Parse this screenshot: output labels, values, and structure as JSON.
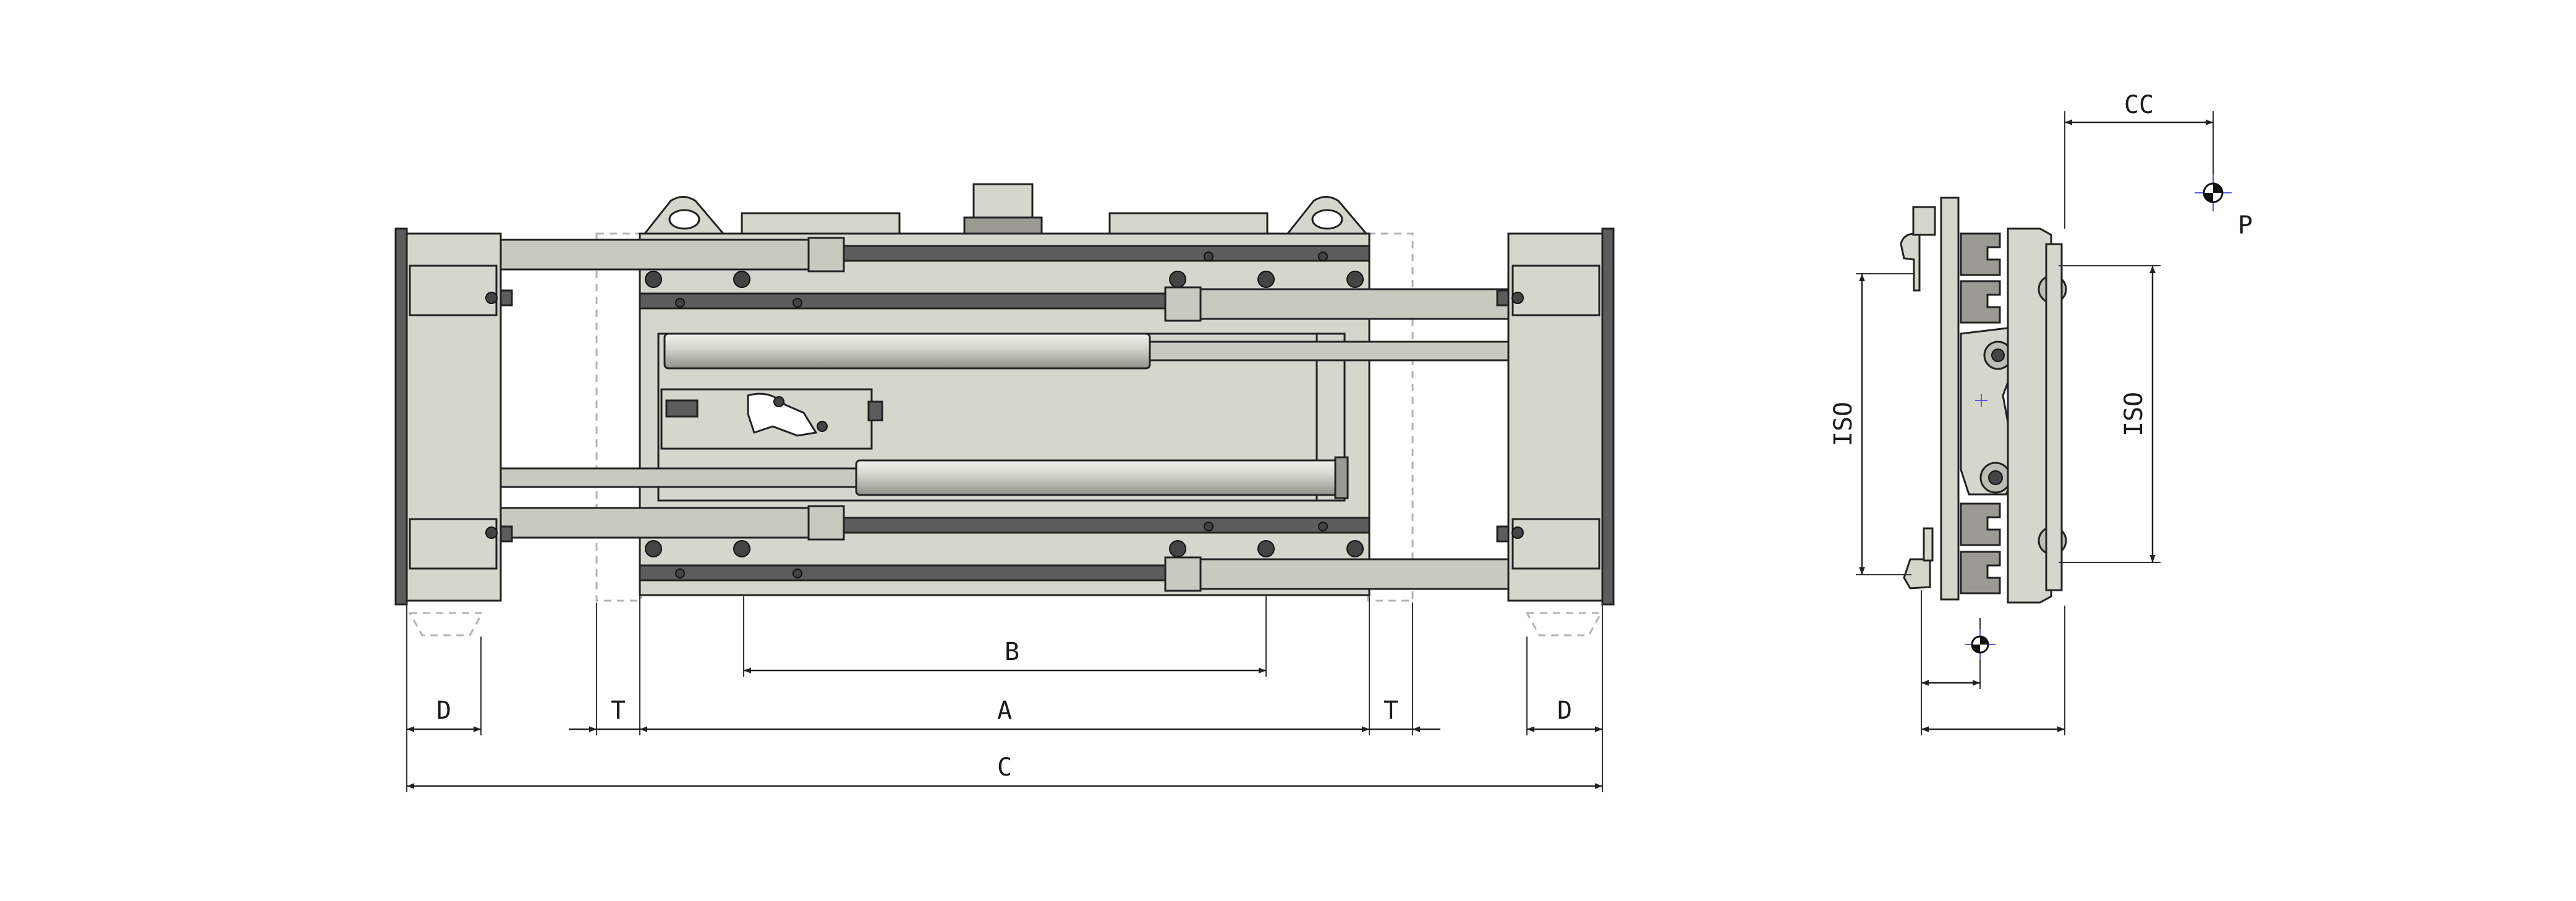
{
  "dimensions": {
    "D_left": "D",
    "T_left": "T",
    "A": "A",
    "T_right": "T",
    "D_right": "D",
    "B": "B",
    "C": "C",
    "CC": "CC",
    "P": "P",
    "ISO_left": "ISO",
    "ISO_right": "ISO"
  },
  "colors": {
    "body": "#d5d6cc",
    "dark": "#5c5c5c",
    "line": "#222222"
  }
}
